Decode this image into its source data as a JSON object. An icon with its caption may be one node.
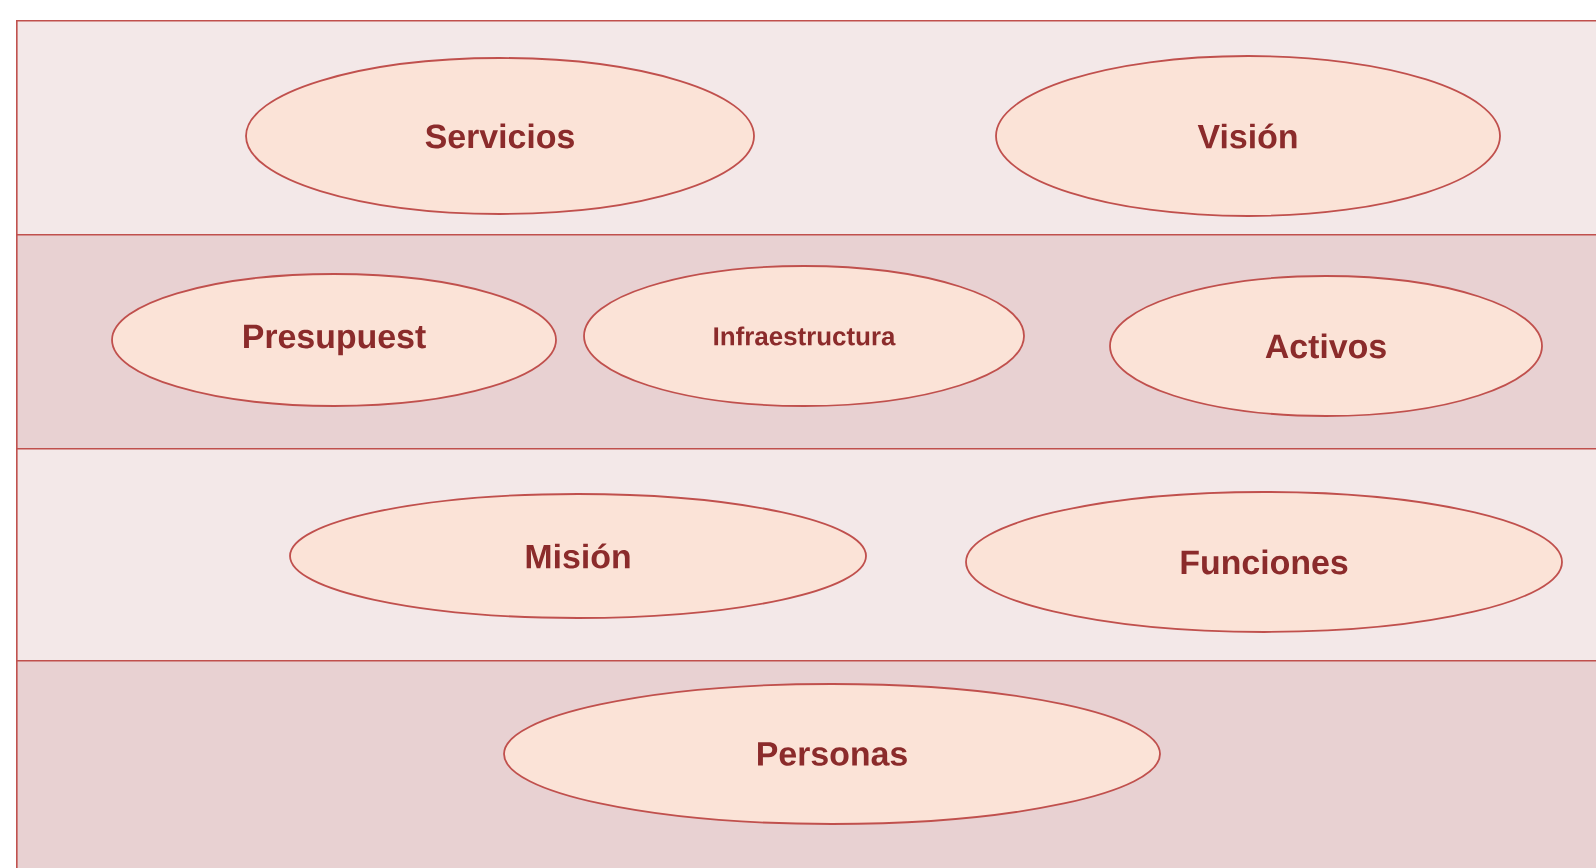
{
  "diagram": {
    "nodes": [
      {
        "text": [],
        "shape": "box"
      },
      {
        "text": [
          "Servicios"
        ],
        "in": 0
      },
      {
        "text": [
          "Visión"
        ],
        "in": 0
      },
      {
        "text": [],
        "shape": "box"
      },
      {
        "text": [
          "Presupuest"
        ],
        "in": 3
      },
      {
        "text": [
          "Infraestructura"
        ],
        "in": 3
      },
      {
        "text": [
          "Activos"
        ],
        "in": 3
      },
      {
        "text": [],
        "shape": "box"
      },
      {
        "text": [
          "Misión"
        ],
        "in": 7
      },
      {
        "text": [
          "Funciones"
        ],
        "in": 7
      },
      {
        "text": [],
        "shape": "box"
      },
      {
        "text": [
          "Personas"
        ],
        "in": 10
      }
    ]
  }
}
